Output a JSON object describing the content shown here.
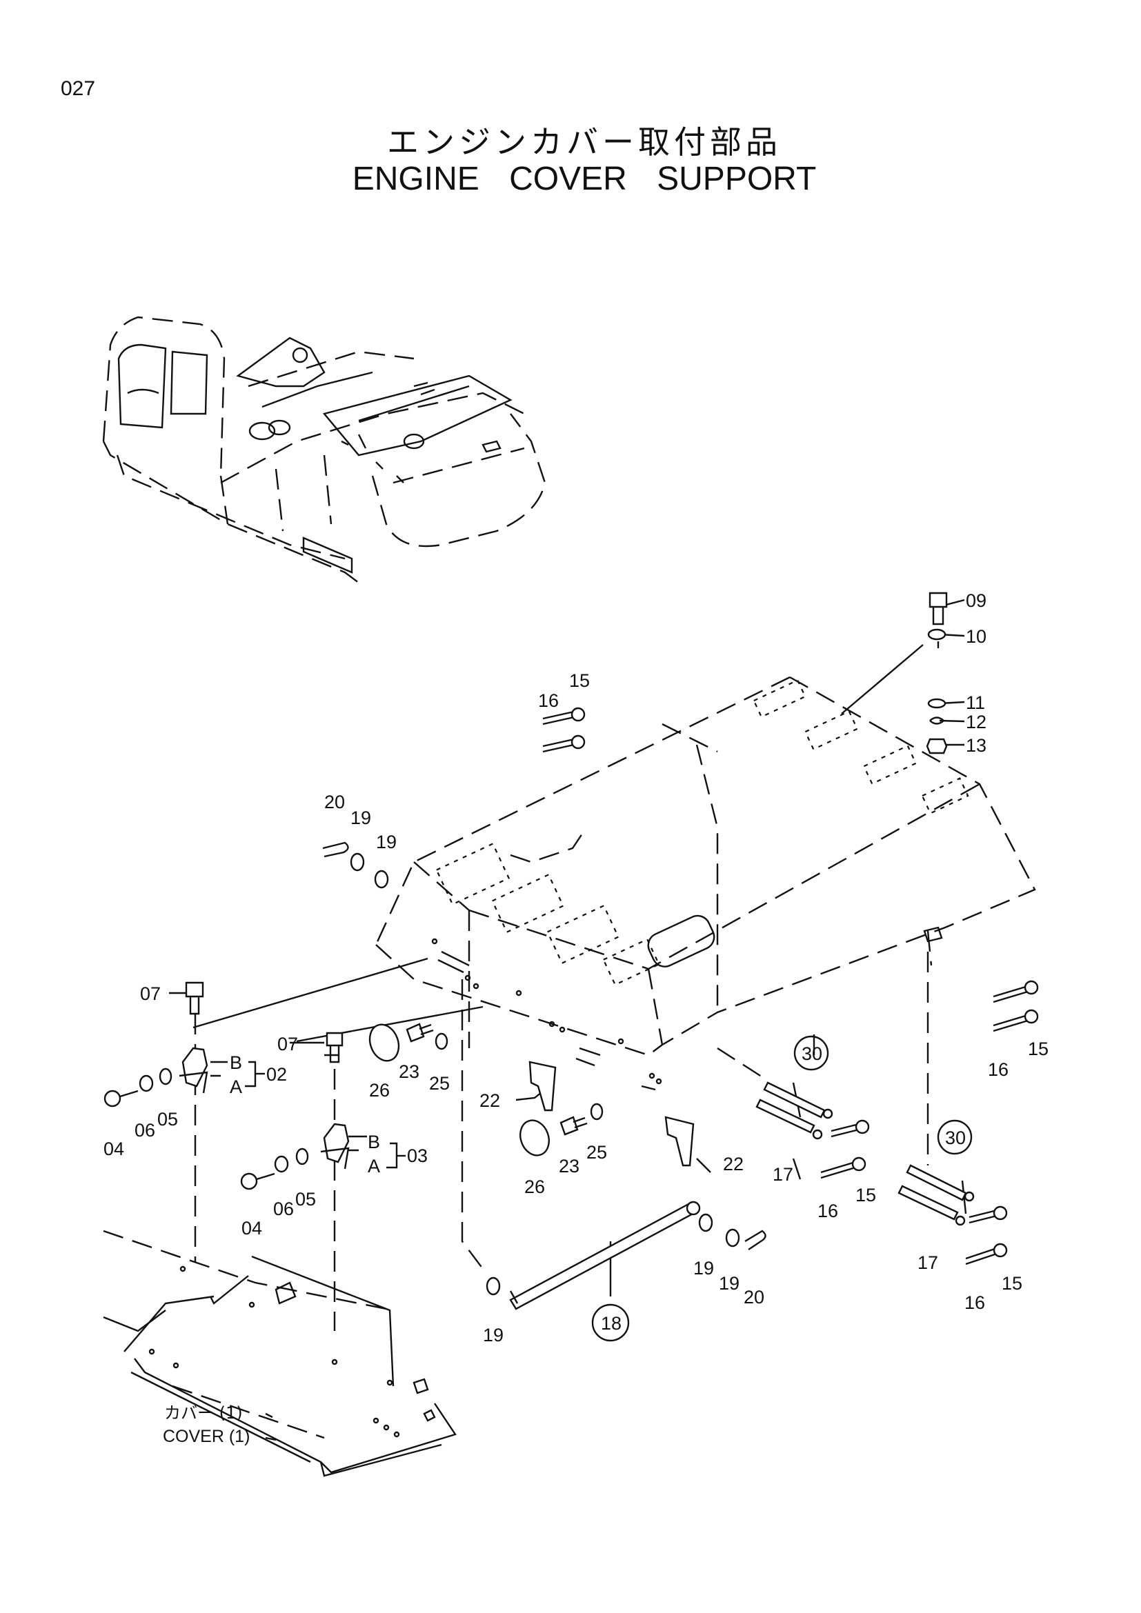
{
  "page_number": "027",
  "title_jp": "エンジンカバー取付部品",
  "title_en": "ENGINE   COVER   SUPPORT",
  "assembly_labels": {
    "B": "B",
    "A": "A"
  },
  "part_labels": {
    "p02": "02",
    "p03": "03",
    "p04": "04",
    "p05": "05",
    "p06": "06",
    "p07": "07",
    "p09": "09",
    "p10": "10",
    "p11": "11",
    "p12": "12",
    "p13": "13",
    "p15": "15",
    "p16": "16",
    "p17": "17",
    "p18": "18",
    "p19": "19",
    "p20": "20",
    "p22": "22",
    "p23": "23",
    "p25": "25",
    "p26": "26",
    "p30": "30"
  },
  "cover_note": {
    "jp": "カバー (1)",
    "en": "COVER (1)"
  }
}
